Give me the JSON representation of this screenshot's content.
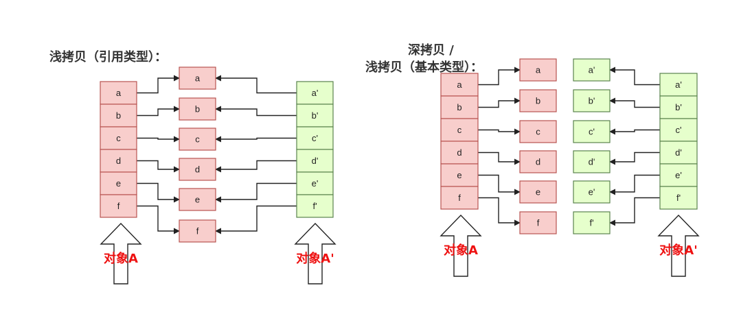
{
  "colors": {
    "pink_fill": "#f8cecc",
    "pink_stroke": "#b85450",
    "green_fill": "#e6ffcc",
    "green_stroke": "#59824d",
    "label_red": "#ee1111",
    "line": "#222222"
  },
  "shallow": {
    "title": "浅拷贝（引用类型）：",
    "object_a": {
      "label": "对象A",
      "cells": [
        "a",
        "b",
        "c",
        "d",
        "e",
        "f"
      ]
    },
    "shared": {
      "cells": [
        "a",
        "b",
        "c",
        "d",
        "e",
        "f"
      ]
    },
    "object_b": {
      "label": "对象A'",
      "cells": [
        "a'",
        "b'",
        "c'",
        "d'",
        "e'",
        "f'"
      ]
    }
  },
  "deep": {
    "title_line1": "深拷贝 /",
    "title_line2": "浅拷贝（基本类型）：",
    "object_a": {
      "label": "对象A",
      "cells": [
        "a",
        "b",
        "c",
        "d",
        "e",
        "f"
      ]
    },
    "copy_a": {
      "cells": [
        "a",
        "b",
        "c",
        "d",
        "e",
        "f"
      ]
    },
    "copy_b": {
      "cells": [
        "a'",
        "b'",
        "c'",
        "d'",
        "e'",
        "f'"
      ]
    },
    "object_b": {
      "label": "对象A'",
      "cells": [
        "a'",
        "b'",
        "c'",
        "d'",
        "e'",
        "f'"
      ]
    }
  }
}
